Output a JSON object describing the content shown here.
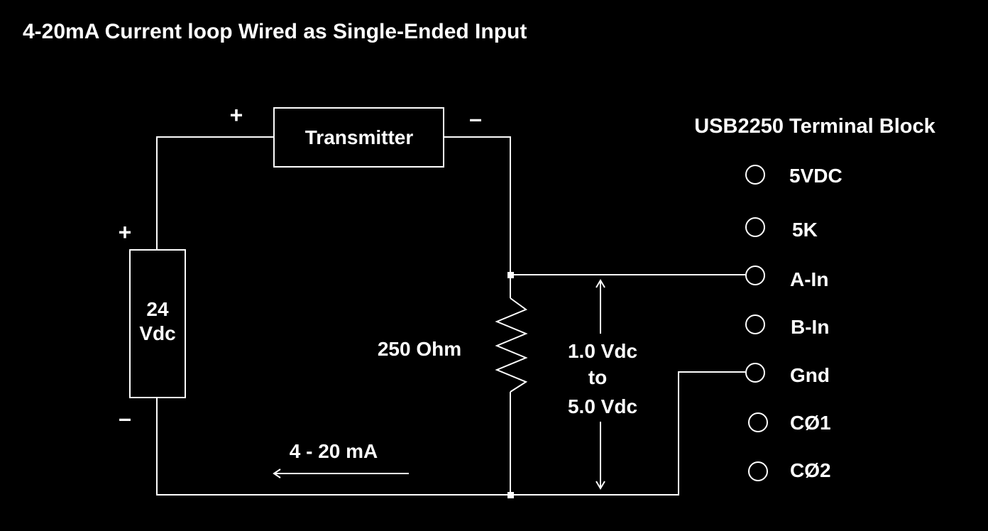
{
  "title": "4-20mA Current loop Wired as Single-Ended Input",
  "transmitter": {
    "label": "Transmitter",
    "plus": "+",
    "minus": "–"
  },
  "supply": {
    "line1": "24",
    "line2": "Vdc",
    "plus": "+",
    "minus": "–"
  },
  "resistor": {
    "label": "250 Ohm"
  },
  "voltage_range": {
    "line1": "1.0 Vdc",
    "line2": "to",
    "line3": "5.0 Vdc"
  },
  "current": {
    "label": "4 - 20 mA"
  },
  "terminal_block": {
    "heading": "USB2250 Terminal Block",
    "terminals": [
      "5VDC",
      "5K",
      "A-In",
      "B-In",
      "Gnd",
      "CØ1",
      "CØ2"
    ]
  },
  "colors": {
    "background": "#000000",
    "foreground": "#ffffff"
  }
}
